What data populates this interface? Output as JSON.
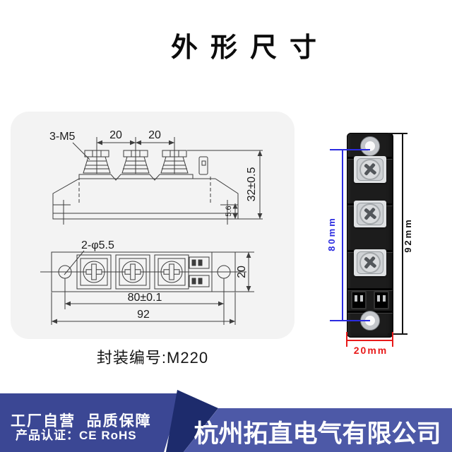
{
  "title": "外形尺寸",
  "drawing": {
    "front_view": {
      "thread_label": "3-M5",
      "pitch_left": "20",
      "pitch_right": "20",
      "height": "32±0.5",
      "base_thickness": "5.6"
    },
    "top_view": {
      "hole_label": "2-φ5.5",
      "hole_spacing": "80±0.1",
      "length": "92",
      "width": "20"
    },
    "caption": "封装编号:M220"
  },
  "photo": {
    "hole_spacing": "80mm",
    "length": "92mm",
    "width": "20mm"
  },
  "footer": {
    "slogan": "工厂自营  品质保障",
    "certification": "产品认证：CE RoHS",
    "company": "杭州拓直电气有限公司"
  },
  "colors": {
    "dim_blue": "#2b2be0",
    "dim_red": "#e81a1a",
    "dim_black": "#141414",
    "footer_left_bg": "#3b4794",
    "footer_band_bg": "#4d59a7",
    "footer_wedge": "#1d2b6c"
  }
}
